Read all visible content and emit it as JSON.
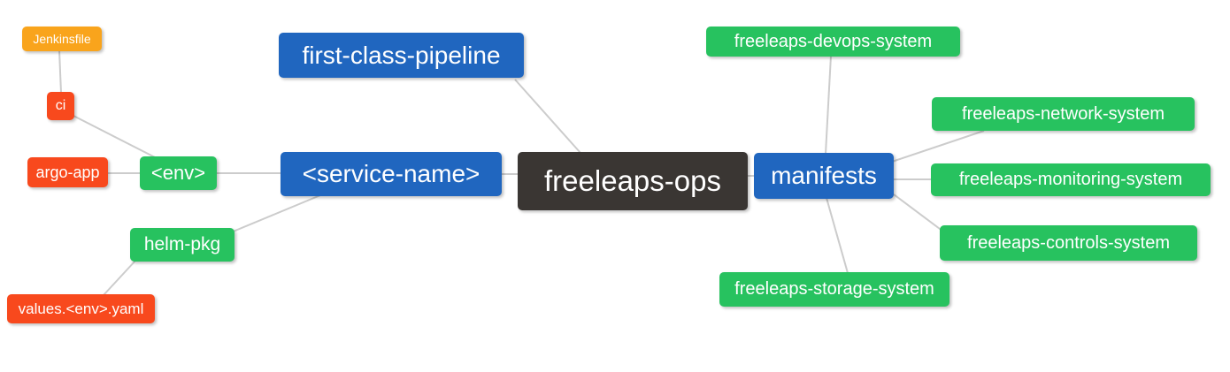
{
  "diagram": {
    "type": "mindmap",
    "colors": {
      "primary_blue": "#2066BF",
      "green": "#27C25F",
      "orange": "#F9A41C",
      "red_orange": "#F8491D",
      "dark_gray": "#3A3633",
      "edge_gray": "#cccccc",
      "text": "#ffffff",
      "background": "#ffffff"
    },
    "nodes": {
      "freeleaps_ops": {
        "label": "freeleaps-ops"
      },
      "first_class_pipeline": {
        "label": "first-class-pipeline"
      },
      "service_name": {
        "label": "<service-name>"
      },
      "manifests": {
        "label": "manifests"
      },
      "env": {
        "label": "<env>"
      },
      "helm_pkg": {
        "label": "helm-pkg"
      },
      "jenkinsfile": {
        "label": "Jenkinsfile"
      },
      "ci": {
        "label": "ci"
      },
      "argo_app": {
        "label": "argo-app"
      },
      "values_env_yaml": {
        "label": "values.<env>.yaml"
      },
      "devops_system": {
        "label": "freeleaps-devops-system"
      },
      "network_system": {
        "label": "freeleaps-network-system"
      },
      "monitoring_system": {
        "label": "freeleaps-monitoring-system"
      },
      "controls_system": {
        "label": "freeleaps-controls-system"
      },
      "storage_system": {
        "label": "freeleaps-storage-system"
      }
    },
    "edges": [
      {
        "from": "jenkinsfile",
        "to": "ci"
      },
      {
        "from": "ci",
        "to": "env"
      },
      {
        "from": "argo_app",
        "to": "env"
      },
      {
        "from": "env",
        "to": "service_name"
      },
      {
        "from": "helm_pkg",
        "to": "service_name"
      },
      {
        "from": "values_env_yaml",
        "to": "helm_pkg"
      },
      {
        "from": "first_class_pipeline",
        "to": "freeleaps_ops"
      },
      {
        "from": "service_name",
        "to": "freeleaps_ops"
      },
      {
        "from": "freeleaps_ops",
        "to": "manifests"
      },
      {
        "from": "manifests",
        "to": "devops_system"
      },
      {
        "from": "manifests",
        "to": "network_system"
      },
      {
        "from": "manifests",
        "to": "monitoring_system"
      },
      {
        "from": "manifests",
        "to": "controls_system"
      },
      {
        "from": "manifests",
        "to": "storage_system"
      }
    ]
  }
}
